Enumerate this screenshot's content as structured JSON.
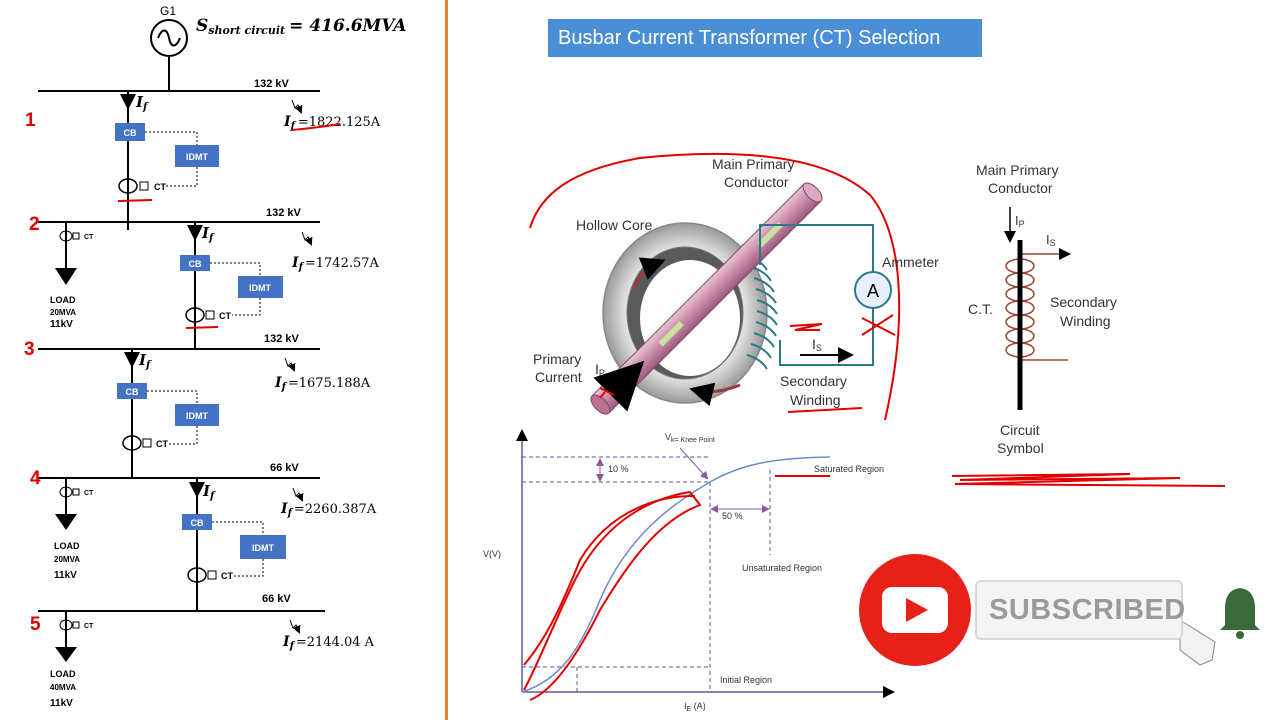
{
  "left": {
    "generator": {
      "name": "G1",
      "formula": "S",
      "formula_sub": "short circuit",
      "formula_value": "= 416.6MVA"
    },
    "buses": [
      {
        "number": "1",
        "voltage": "132 kV",
        "fault_current": "=1822.125A"
      },
      {
        "number": "2",
        "voltage": "132 kV",
        "fault_current": "=1742.57A"
      },
      {
        "number": "3",
        "voltage": "132 kV",
        "fault_current": "=1675.188A"
      },
      {
        "number": "4",
        "voltage": "66 kV",
        "fault_current": "=2260.387A"
      },
      {
        "number": "5",
        "voltage": "66 kV",
        "fault_current": "=2144.04 A"
      }
    ],
    "fault_symbol": "I",
    "fault_sub": "f",
    "cb_label": "CB",
    "idmt_label": "IDMT",
    "ct_label": "CT",
    "loads": [
      {
        "line1": "LOAD",
        "line2": "20MVA",
        "line3": "11kV"
      },
      {
        "line1": "LOAD",
        "line2": "20MVA",
        "line3": "11kV"
      },
      {
        "line1": "LOAD",
        "line2": "40MVA",
        "line3": "11kV"
      }
    ]
  },
  "title": "Busbar Current Transformer (CT) Selection",
  "ct_diagram": {
    "main_primary_conductor_1": "Main Primary",
    "main_primary_conductor_2": "Conductor",
    "hollow_core": "Hollow Core",
    "ammeter": "Ammeter",
    "ammeter_symbol": "A",
    "primary_current_1": "Primary",
    "primary_current_2": "Current",
    "ip": "I",
    "ip_sub": "P",
    "is": "I",
    "is_sub": "S",
    "secondary_winding_1": "Secondary",
    "secondary_winding_2": "Winding"
  },
  "ct_symbol": {
    "main_primary_1": "Main Primary",
    "main_primary_2": "Conductor",
    "ip": "I",
    "ip_sub": "P",
    "is": "I",
    "is_sub": "S",
    "ct": "C.T.",
    "secondary_1": "Secondary",
    "secondary_2": "Winding",
    "circuit_1": "Circuit",
    "circuit_2": "Symbol"
  },
  "excitation_curve": {
    "knee_label": "V",
    "knee_sub": "k= Knee Point",
    "ten_percent": "10 %",
    "fifty_percent": "50 %",
    "saturated": "Saturated Region",
    "unsaturated": "Unsaturated Region",
    "initial": "Initial Region",
    "ylabel": "V(V)",
    "xlabel": "I",
    "xlabel_sub": "E",
    "xlabel_unit": " (A)"
  },
  "subscribe": {
    "label": "SUBSCRIBED"
  },
  "colors": {
    "accent_blue": "#4a8fd6",
    "box_blue": "#4472c4",
    "divider": "#ed7d31",
    "red": "#e00000",
    "youtube_red": "#e62117"
  }
}
